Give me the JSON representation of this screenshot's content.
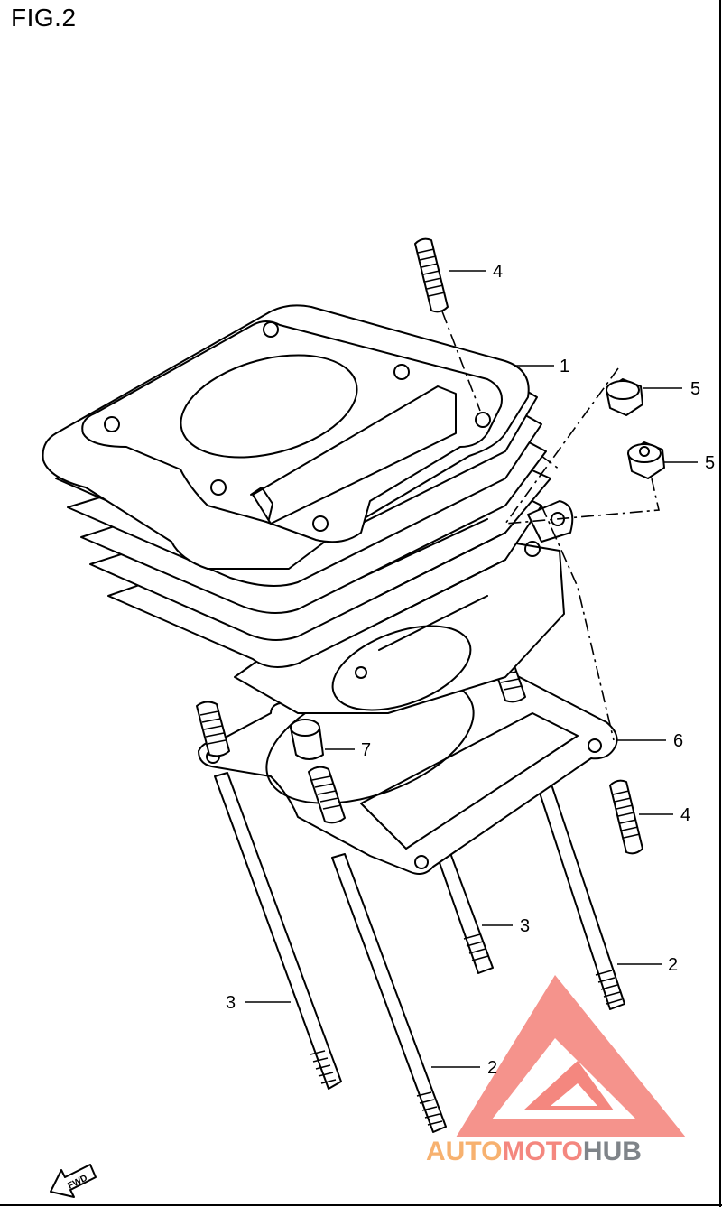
{
  "figure": {
    "title": "FIG.2"
  },
  "callouts": [
    {
      "id": "c1",
      "label": "1",
      "part": "cylinder"
    },
    {
      "id": "c2a",
      "label": "2",
      "part": "long-stud-right"
    },
    {
      "id": "c2b",
      "label": "2",
      "part": "long-stud-center"
    },
    {
      "id": "c3a",
      "label": "3",
      "part": "long-stud-left"
    },
    {
      "id": "c3b",
      "label": "3",
      "part": "long-stud-rear"
    },
    {
      "id": "c4a",
      "label": "4",
      "part": "short-stud-top"
    },
    {
      "id": "c4b",
      "label": "4",
      "part": "short-stud-right"
    },
    {
      "id": "c5a",
      "label": "5",
      "part": "nut-upper"
    },
    {
      "id": "c5b",
      "label": "5",
      "part": "nut-lower"
    },
    {
      "id": "c6",
      "label": "6",
      "part": "gasket"
    },
    {
      "id": "c7",
      "label": "7",
      "part": "dowel-pin"
    }
  ],
  "fwd_marker": {
    "label": "FWD"
  },
  "watermark": {
    "text_a": "AUTO",
    "text_b": "MOTO",
    "text_c": "HUB",
    "colors": {
      "triangle": "#f4877f",
      "text_a": "#f7b16f",
      "text_b": "#f4877f",
      "text_c": "#7f8489"
    }
  }
}
